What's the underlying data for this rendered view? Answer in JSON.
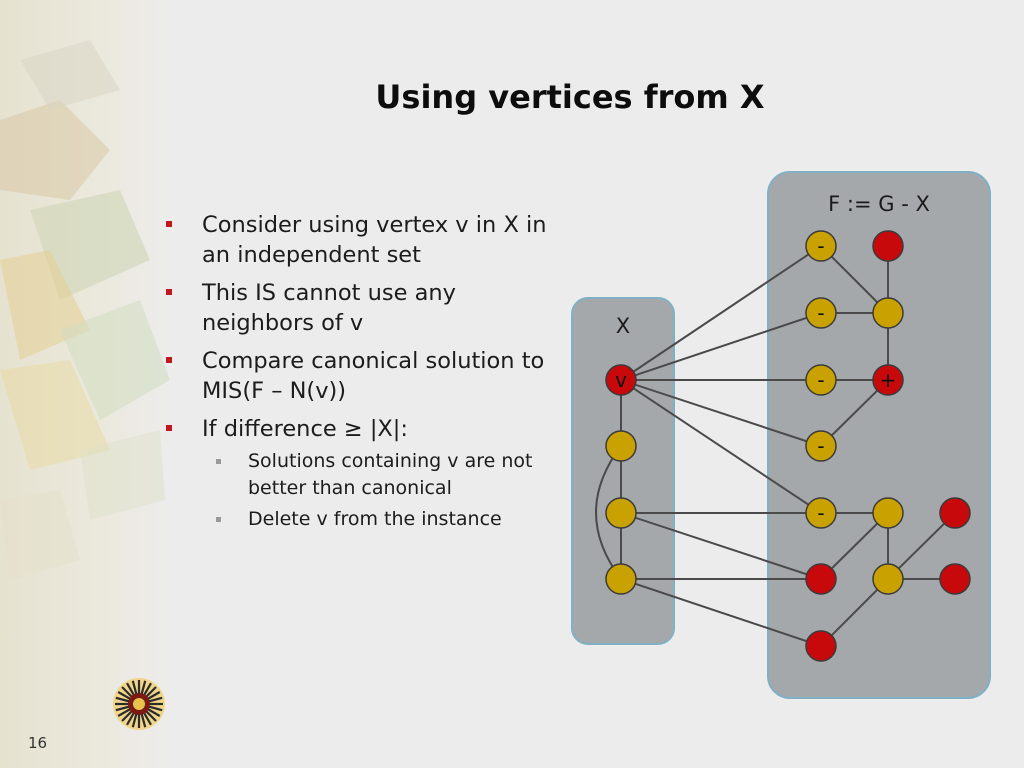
{
  "slide": {
    "title": "Using vertices from X",
    "page_number": "16"
  },
  "bullets": [
    {
      "text": "Consider using vertex v in X in an independent set",
      "subs": []
    },
    {
      "text": "This IS cannot use any neighbors of v",
      "subs": []
    },
    {
      "text": "Compare canonical solution to MIS(F – N(v))",
      "subs": []
    },
    {
      "text": "If difference ≥ |X|:",
      "subs": [
        "Solutions containing v are not better than canonical",
        "Delete v from the instance"
      ]
    }
  ],
  "graph": {
    "x_box_label": "X",
    "f_box_label": "F := G - X",
    "colors": {
      "yellow": "#c9a100",
      "red": "#c8090c",
      "box": "#a5a8ab",
      "box_border": "#7fb0c4",
      "edge": "#4a4a4a"
    },
    "nodes": [
      {
        "id": "v",
        "label": "v",
        "color": "red"
      },
      {
        "id": "x2",
        "label": "",
        "color": "yellow"
      },
      {
        "id": "x3",
        "label": "",
        "color": "yellow"
      },
      {
        "id": "x4",
        "label": "",
        "color": "yellow"
      },
      {
        "id": "f1",
        "label": "-",
        "color": "yellow"
      },
      {
        "id": "f2",
        "label": "",
        "color": "red"
      },
      {
        "id": "f3",
        "label": "-",
        "color": "yellow"
      },
      {
        "id": "f4",
        "label": "",
        "color": "yellow"
      },
      {
        "id": "f5",
        "label": "-",
        "color": "yellow"
      },
      {
        "id": "f6",
        "label": "+",
        "color": "red"
      },
      {
        "id": "f7",
        "label": "-",
        "color": "yellow"
      },
      {
        "id": "f8",
        "label": "-",
        "color": "yellow"
      },
      {
        "id": "f9",
        "label": "",
        "color": "yellow"
      },
      {
        "id": "f10",
        "label": "",
        "color": "red"
      },
      {
        "id": "f11",
        "label": "",
        "color": "red"
      },
      {
        "id": "f12",
        "label": "",
        "color": "yellow"
      },
      {
        "id": "f13",
        "label": "",
        "color": "red"
      },
      {
        "id": "f14",
        "label": "",
        "color": "red"
      }
    ],
    "edges": [
      [
        "v",
        "f1"
      ],
      [
        "v",
        "f3"
      ],
      [
        "v",
        "f5"
      ],
      [
        "v",
        "f7"
      ],
      [
        "v",
        "f8"
      ],
      [
        "v",
        "x2"
      ],
      [
        "x2",
        "x3"
      ],
      [
        "x3",
        "x4"
      ],
      [
        "x3",
        "f8"
      ],
      [
        "x3",
        "f11"
      ],
      [
        "x4",
        "f11"
      ],
      [
        "x4",
        "f14"
      ],
      [
        "f1",
        "f4"
      ],
      [
        "f2",
        "f4"
      ],
      [
        "f3",
        "f4"
      ],
      [
        "f4",
        "f6"
      ],
      [
        "f5",
        "f6"
      ],
      [
        "f6",
        "f7"
      ],
      [
        "f8",
        "f9"
      ],
      [
        "f9",
        "f12"
      ],
      [
        "f9",
        "f11"
      ],
      [
        "f10",
        "f12"
      ],
      [
        "f12",
        "f13"
      ],
      [
        "f12",
        "f14"
      ]
    ],
    "curved_edges": [
      [
        "x2",
        "x4"
      ]
    ]
  }
}
